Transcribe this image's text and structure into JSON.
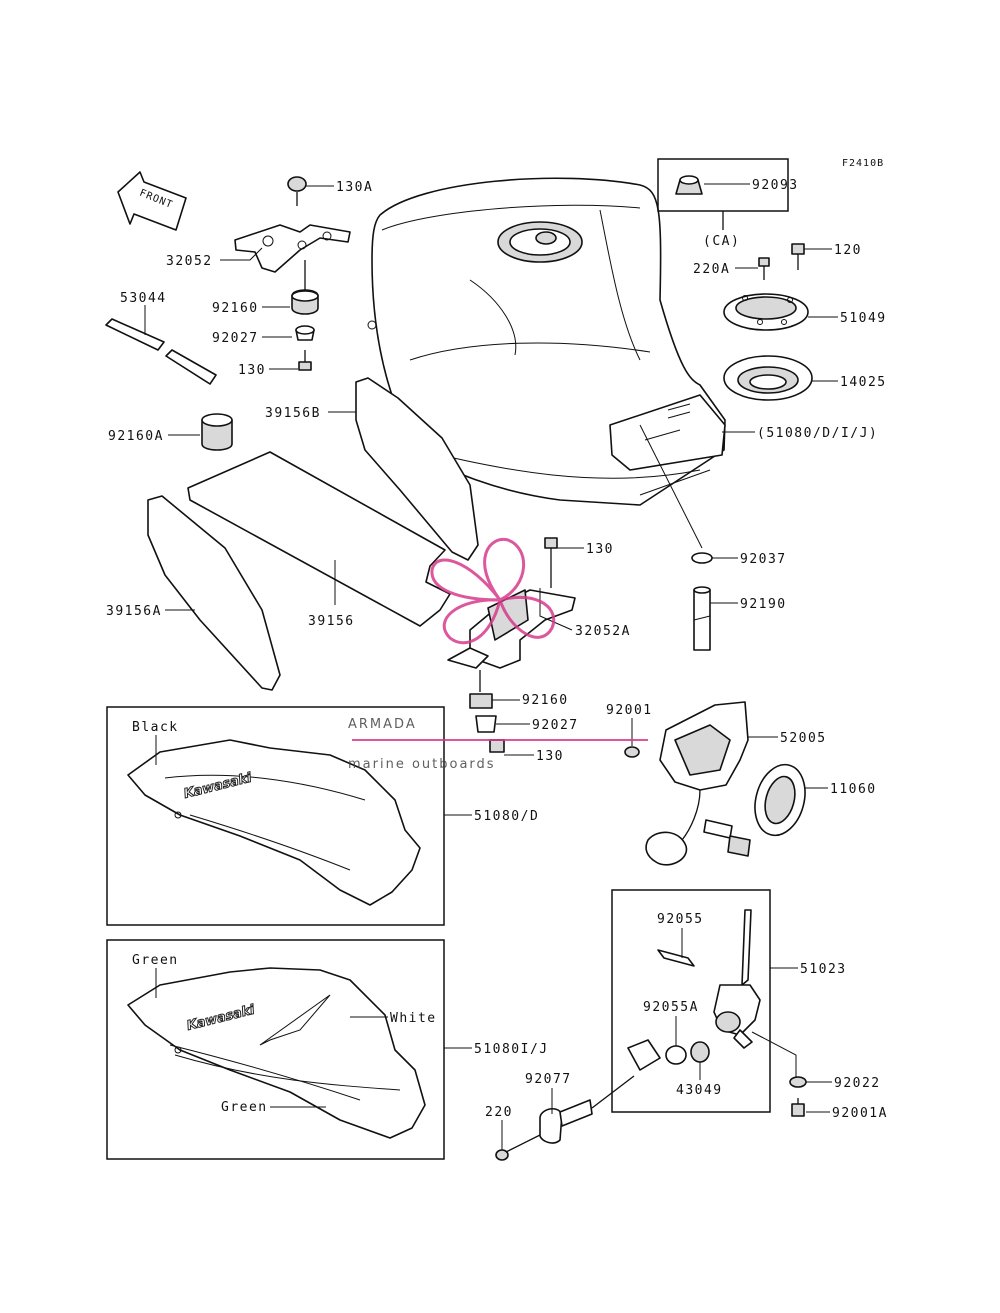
{
  "figure_code": "F2410B",
  "front_label": "FRONT",
  "callouts": {
    "c130A": "130A",
    "c32052": "32052",
    "c53044": "53044",
    "c92160": "92160",
    "c92027": "92027",
    "c130": "130",
    "c39156B": "39156B",
    "c92160A": "92160A",
    "c39156A": "39156A",
    "c39156": "39156",
    "c130b": "130",
    "c32052A": "32052A",
    "c92160b": "92160",
    "c92027b": "92027",
    "c130c": "130",
    "c92093": "92093",
    "cCA": "(CA)",
    "c220A": "220A",
    "c120": "120",
    "c51049": "51049",
    "c14025": "14025",
    "c51080DIJ": "(51080/D/I/J)",
    "c92037": "92037",
    "c92190": "92190",
    "c92001": "92001",
    "c52005": "52005",
    "c11060": "11060",
    "c51080D": "51080/D",
    "c51080IJ": "51080I/J",
    "c92055": "92055",
    "c51023": "51023",
    "c92055A": "92055A",
    "c43049": "43049",
    "c92077": "92077",
    "c220": "220",
    "c92022": "92022",
    "c92001A": "92001A"
  },
  "panel_labels": {
    "black": "Black",
    "green_top": "Green",
    "white": "White",
    "green_bottom": "Green"
  },
  "logo_text": "Kawasaki",
  "watermark": {
    "title": "ARMADA",
    "subtitle": "marine outboards",
    "petal_color": "#d63a8a"
  }
}
